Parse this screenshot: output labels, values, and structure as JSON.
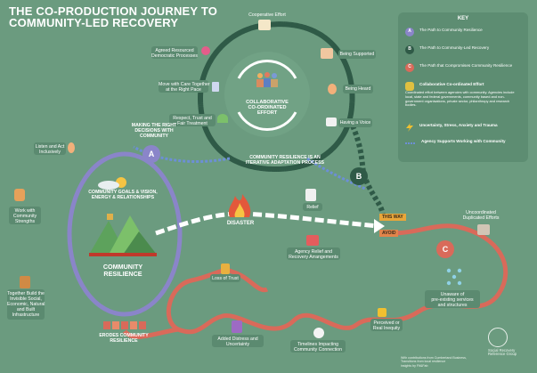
{
  "title": {
    "line1": "THE CO-PRODUCTION JOURNEY TO",
    "line2": "COMMUNITY-LED RECOVERY"
  },
  "key": {
    "heading": "KEY",
    "items": [
      {
        "icon": "A",
        "label": "The Path to Community Resilience",
        "color": "#8a85c9"
      },
      {
        "icon": "B",
        "label": "The Path to Community-Led Recovery",
        "color": "#2f5a47"
      },
      {
        "icon": "C",
        "label": "The Path that Compromises Community Resilience",
        "color": "#d96a5a"
      },
      {
        "icon": "hands-icon",
        "label": "Collaborative Co-ordinated Effort",
        "color": "#e0c040"
      },
      {
        "icon": "text",
        "label": "Coordinated effort between agencies with community. Agencies include local, state and federal governments, community based and non-government organisations, private sector, philanthropy and research bodies."
      },
      {
        "icon": "lightning-icon",
        "label": "Uncertainty, Stress, Anxiety and Trauma",
        "color": "#f0c030"
      },
      {
        "icon": "dashed-line",
        "label": "Agency Supports Working with Community",
        "color": "#6c8fd6"
      }
    ]
  },
  "labels": {
    "cooperative_effort": "Cooperative Effort",
    "agreed_resourced": "Agreed Resourced\nDemocratic Processes",
    "being_supported": "Being Supported",
    "move_with_care": "Move with Care Together\nat the Right Pace",
    "being_heard": "Being Heard",
    "respect_trust": "Respect, Trust and\nFair Treatment",
    "having_voice": "Having a Voice",
    "collab_center": "COLLABORATIVE\nCO-ORDINATED\nEFFORT",
    "making_decisions": "MAKING THE RIGHT\nDECISIONS WITH\nCOMMUNITY",
    "listen_act": "Listen and Act\nInclusively",
    "resilience_iterative": "COMMUNITY RESILIENCE IS AN\nITERATIVE ADAPTATION PROCESS",
    "goals_vision": "COMMUNITY GOALS & VISION,\nENERGY & RELATIONSHIPS",
    "work_with": "Work with\nCommunity\nStrengths",
    "community_resilience": "COMMUNITY\nRESILIENCE",
    "together_build": "Together Build the\nInvisible Social,\nEconomic, Natural\nand Built\nInfrastructure",
    "disaster": "DISASTER",
    "relief": "Relief",
    "agency_relief": "Agency Relief and\nRecovery Arrangements",
    "this_way": "THIS WAY",
    "avoid": "AVOID",
    "uncoordinated": "Uncoordinated\nDuplicated Efforts",
    "loss_trust": "Loss of Trust",
    "unaware": "Unaware of\npre-existing services\nand structures",
    "perceived": "Perceived or\nReal Inequity",
    "added_distress": "Added Distress and\nUncertainty",
    "timelines": "Timelines Impacting\nCommunity Connection",
    "erodes": "ERODES COMMUNITY\nRESILIENCE",
    "footer_left": "With contributions from Cumberland Business,\nTransitions from local resilience\ninsights by Fit&Fab",
    "footer_org": "Social Recovery\nReference Group"
  },
  "letters": {
    "a": "A",
    "b": "B",
    "c": "C"
  },
  "colors": {
    "background": "#6b9b7f",
    "path_a": "#8a85c9",
    "path_b": "#2f5a47",
    "path_c": "#d96a5a",
    "agency": "#6c8fd6"
  }
}
